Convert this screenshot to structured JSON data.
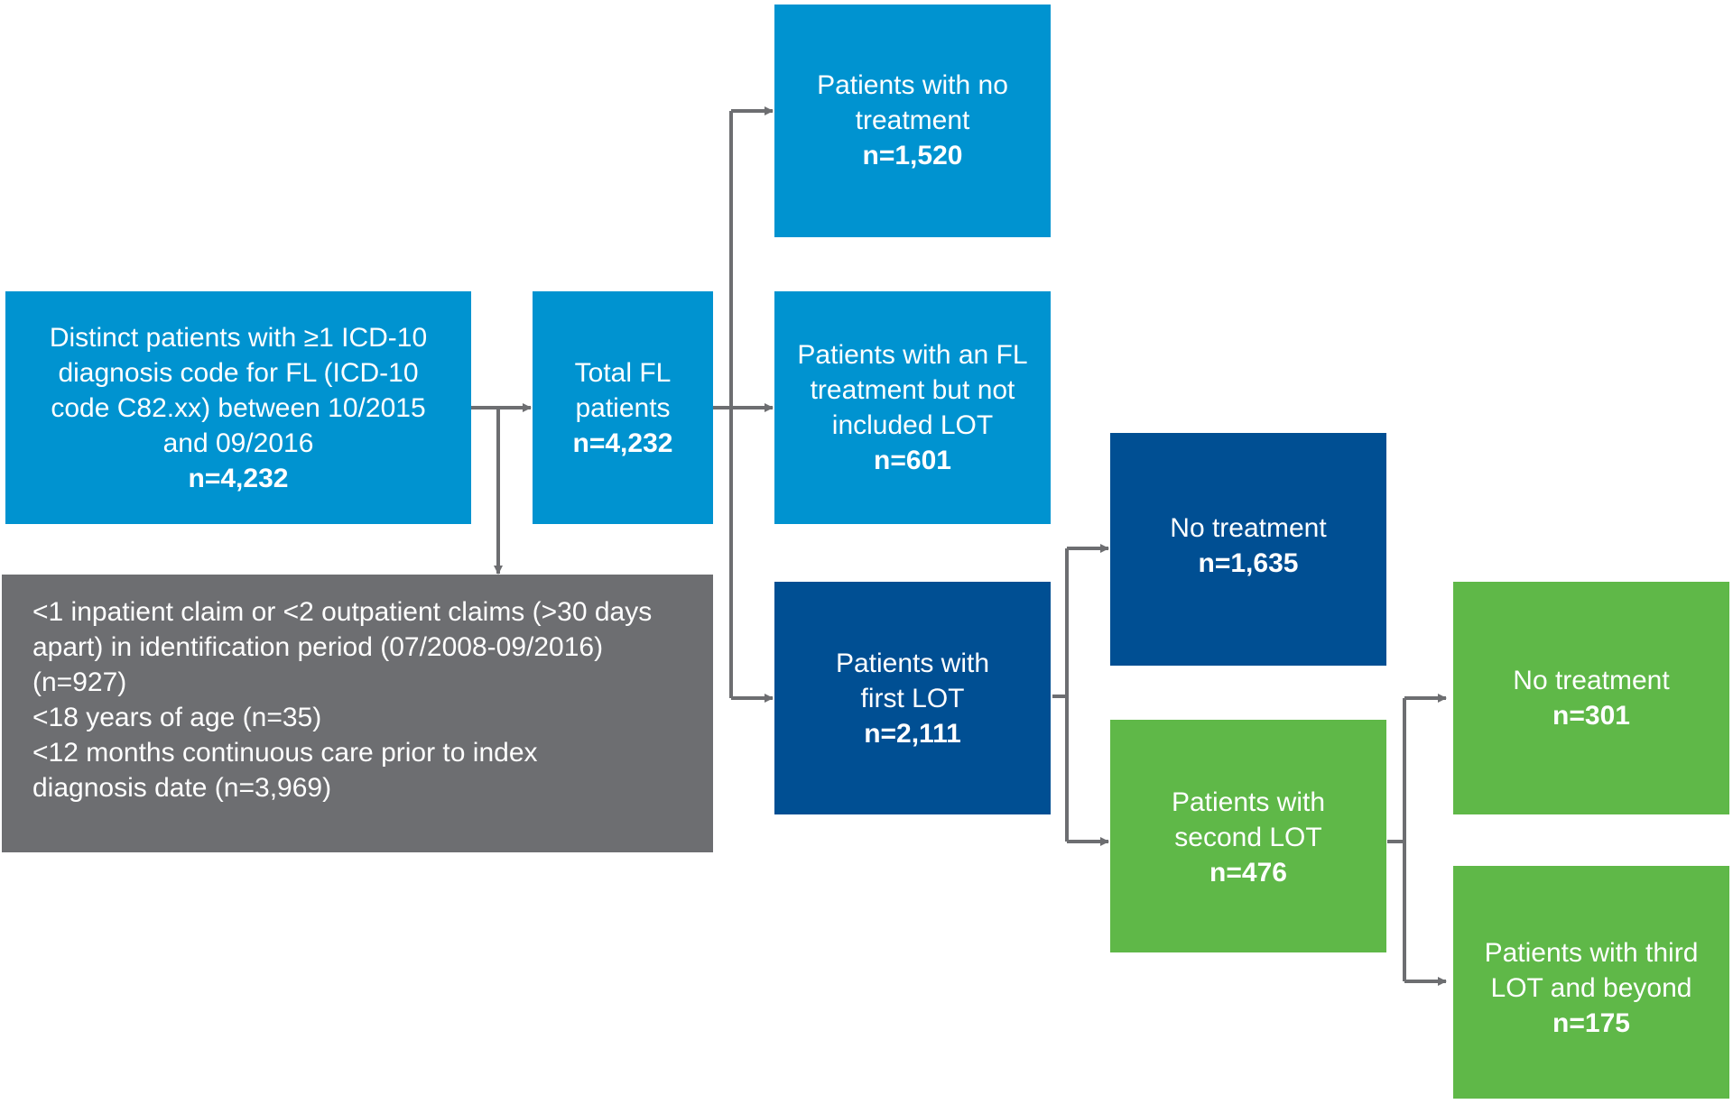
{
  "colors": {
    "light_blue": "#0093d0",
    "dark_blue": "#004f93",
    "green": "#5fb848",
    "grey": "#6d6e71",
    "arrow": "#6d6e71"
  },
  "boxes": {
    "distinct": {
      "lines": [
        "Distinct patients with ≥1 ICD-10",
        "diagnosis code for FL (ICD-10",
        "code C82.xx) between 10/2015",
        "and 09/2016"
      ],
      "n": "n=4,232"
    },
    "total": {
      "lines": [
        "Total FL",
        "patients"
      ],
      "n": "n=4,232"
    },
    "exclusion": {
      "lines": [
        "<1 inpatient claim or <2 outpatient claims (>30 days",
        "apart) in identification period (07/2008-09/2016)",
        "(n=927)",
        "<18 years of age (n=35)",
        "<12 months continuous care prior to index",
        "diagnosis date (n=3,969)"
      ]
    },
    "no_treatment": {
      "lines": [
        "Patients with no",
        "treatment"
      ],
      "n": "n=1,520"
    },
    "fl_treatment": {
      "lines": [
        "Patients with an FL",
        "treatment but not",
        "included LOT"
      ],
      "n": "n=601"
    },
    "first_lot": {
      "lines": [
        "Patients with",
        "first LOT"
      ],
      "n": "n=2,111"
    },
    "first_no_treatment": {
      "lines": [
        "No treatment"
      ],
      "n": "n=1,635"
    },
    "second_lot": {
      "lines": [
        "Patients with",
        "second LOT"
      ],
      "n": "n=476"
    },
    "second_no_treatment": {
      "lines": [
        "No treatment"
      ],
      "n": "n=301"
    },
    "third_lot": {
      "lines": [
        "Patients with third",
        "LOT and beyond"
      ],
      "n": "n=175"
    }
  }
}
